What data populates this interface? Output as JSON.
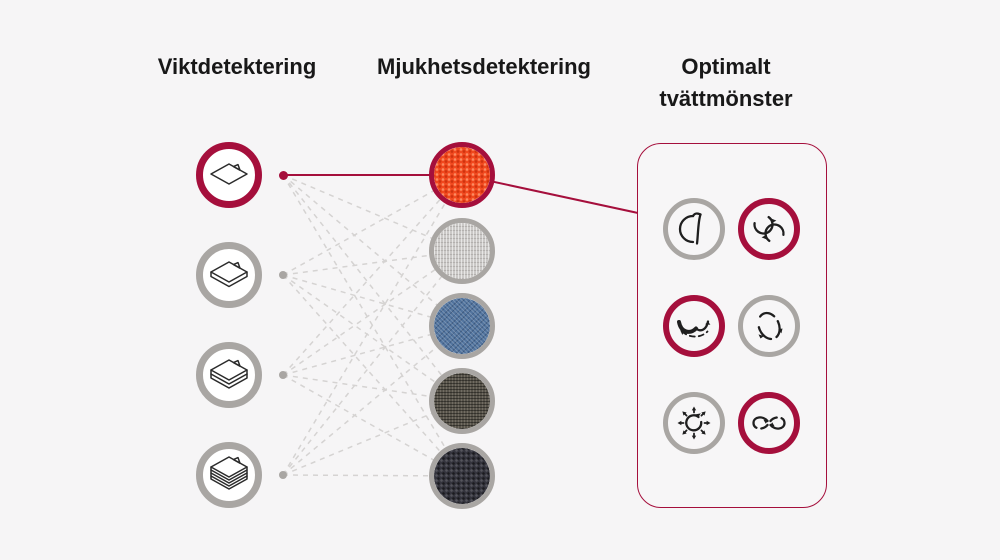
{
  "headers": {
    "weight": "Viktdetektering",
    "softness": "Mjukhetsdetektering",
    "pattern_line1": "Optimalt",
    "pattern_line2": "tvättmönster"
  },
  "colors": {
    "background": "#f6f5f6",
    "accent_red": "#a50f3c",
    "ring_gray": "#a9a6a3",
    "dashed_line": "#d5d3d2",
    "text": "#181818"
  },
  "weight_levels": [
    {
      "icon": "fabric-sheet-1-layer-icon",
      "highlighted": true
    },
    {
      "icon": "fabric-sheet-2-layers-icon",
      "highlighted": false
    },
    {
      "icon": "fabric-sheet-3-layers-icon",
      "highlighted": false
    },
    {
      "icon": "fabric-sheet-5-layers-icon",
      "highlighted": false
    }
  ],
  "softness_swatches": [
    {
      "icon": "orange-knit-swatch",
      "color": "#f1491f",
      "highlighted": true
    },
    {
      "icon": "light-linen-swatch",
      "color": "#cac8c6",
      "highlighted": false
    },
    {
      "icon": "denim-swatch",
      "color": "#52749e",
      "highlighted": false
    },
    {
      "icon": "dark-weave-swatch",
      "color": "#57534a",
      "highlighted": false
    },
    {
      "icon": "charcoal-knit-swatch",
      "color": "#34343d",
      "highlighted": false
    }
  ],
  "wash_patterns": [
    {
      "icon": "tumble-motion-icon",
      "highlighted": false
    },
    {
      "icon": "rolling-motion-icon",
      "highlighted": true
    },
    {
      "icon": "swing-motion-icon",
      "highlighted": true
    },
    {
      "icon": "stepping-motion-icon",
      "highlighted": false
    },
    {
      "icon": "scrubbing-motion-icon",
      "highlighted": false
    },
    {
      "icon": "filtration-motion-icon",
      "highlighted": true
    }
  ],
  "connections": {
    "highlighted_weight_index": 0,
    "highlighted_softness_index": 0
  }
}
